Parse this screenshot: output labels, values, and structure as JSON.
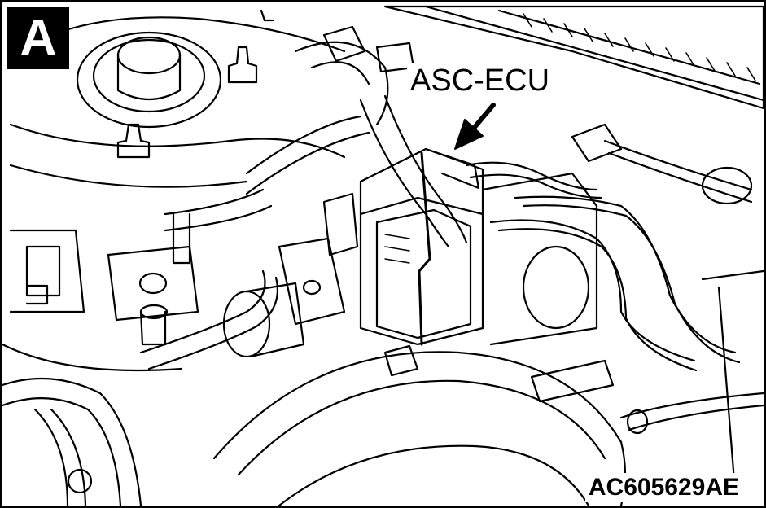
{
  "view_label": "A",
  "callout_label": "ASC-ECU",
  "figure_id": "AC605629AE",
  "colors": {
    "ink": "#000000",
    "paper": "#ffffff"
  },
  "icons": [
    "arrow-pointer-icon"
  ]
}
